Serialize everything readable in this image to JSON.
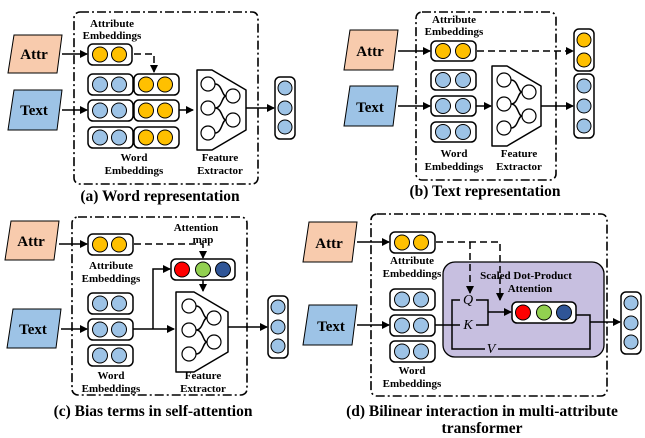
{
  "figure": {
    "colors": {
      "attr_fill": "#f8cbad",
      "text_fill": "#9dc3e6",
      "embed_blue": "#9dc3e6",
      "embed_yellow": "#ffc000",
      "att_red": "#ff0000",
      "att_green": "#92d050",
      "att_blue": "#2f5597",
      "sdpa_fill": "#c7bfe0"
    },
    "panels": [
      {
        "id": "a",
        "caption": "(a) Word representation",
        "attr_label": "Attr",
        "text_label": "Text",
        "attr_emb_label": [
          "Attribute",
          "Embeddings"
        ],
        "word_emb_label": [
          "Word",
          "Embeddings"
        ],
        "extractor_label": [
          "Feature",
          "Extractor"
        ]
      },
      {
        "id": "b",
        "caption": "(b) Text representation",
        "attr_label": "Attr",
        "text_label": "Text",
        "attr_emb_label": [
          "Attribute",
          "Embeddings"
        ],
        "word_emb_label": [
          "Word",
          "Embeddings"
        ],
        "extractor_label": [
          "Feature",
          "Extractor"
        ]
      },
      {
        "id": "c",
        "caption": "(c) Bias terms in self-attention",
        "attr_label": "Attr",
        "text_label": "Text",
        "attr_emb_label": [
          "Attribute",
          "Embeddings"
        ],
        "word_emb_label": [
          "Word",
          "Embeddings"
        ],
        "extractor_label": [
          "Feature",
          "Extractor"
        ],
        "attention_map_label": [
          "Attention",
          "map"
        ]
      },
      {
        "id": "d",
        "caption": [
          "(d) Bilinear interaction in multi-attribute",
          "transformer"
        ],
        "attr_label": "Attr",
        "text_label": "Text",
        "attr_emb_label": [
          "Attribute",
          "Embeddings"
        ],
        "word_emb_label": [
          "Word",
          "Embeddings"
        ],
        "sdpa_label": [
          "Scaled Dot-Product",
          "Attention"
        ],
        "q": "Q",
        "k": "K",
        "v": "V"
      }
    ]
  }
}
